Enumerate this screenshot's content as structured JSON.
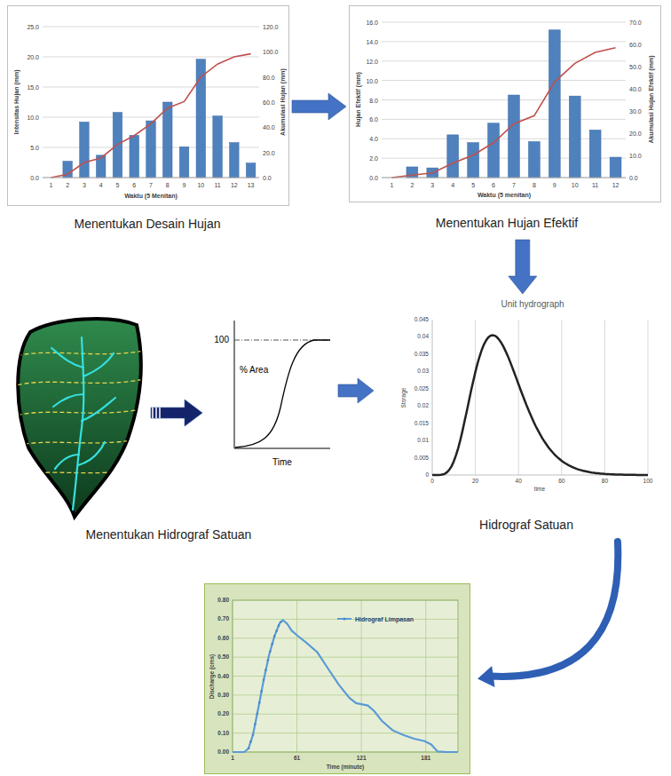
{
  "diagram": {
    "nodes": [
      {
        "text": [
          "25.0",
          "20.0",
          "15.0",
          "10.0",
          "5.0",
          "0.0",
          "120.0",
          "100.0",
          "80.0",
          "60.0",
          "40.0",
          "20.0",
          "0.0",
          "1",
          "2",
          "3",
          "4",
          "5",
          "6",
          "7",
          "8",
          "9",
          "10",
          "11",
          "12",
          "13",
          "Waktu (5 Menitan)",
          "Intensitas Hujan (mm)",
          "Akumulasi Hujan (mm)",
          "Menentukan Desain Hujan"
        ]
      },
      {
        "text": [
          "16.0",
          "14.0",
          "12.0",
          "10.0",
          "8.0",
          "6.0",
          "4.0",
          "2.0",
          "0.0",
          "70.0",
          "60.0",
          "50.0",
          "40.0",
          "30.0",
          "20.0",
          "10.0",
          "0.0",
          "1",
          "2",
          "3",
          "4",
          "5",
          "6",
          "7",
          "8",
          "9",
          "10",
          "11",
          "12",
          "Waktu (5 menitan)",
          "Hujan Efektif (mm)",
          "Akumulasi Hujan Efektif (mm)",
          "Menentukan Hujan Efektif"
        ]
      },
      {
        "text": [
          "Menentukan Hidrograf Satuan"
        ]
      },
      {
        "text": [
          "100",
          "% Area",
          "Time"
        ]
      },
      {
        "text": [
          "Unit hydrograph",
          "0.045",
          "0.04",
          "0.035",
          "0.03",
          "0.025",
          "0.02",
          "0.015",
          "0.01",
          "0.005",
          "0",
          "0",
          "20",
          "40",
          "60",
          "80",
          "100",
          "Storage",
          "time",
          "Hidrograf Satuan"
        ]
      },
      {
        "text": [
          "0.80",
          "0.70",
          "0.60",
          "0.50",
          "0.40",
          "0.30",
          "0.20",
          "0.10",
          "0.00",
          "1",
          "61",
          "121",
          "181",
          "Discharge (cms)",
          "Time (minute)"
        ]
      }
    ],
    "edges": [
      {
        "from": 0,
        "to": 1,
        "arrow": "to"
      },
      {
        "from": 1,
        "to": 4,
        "arrow": "to"
      },
      {
        "from": 2,
        "to": 3,
        "arrow": "to"
      },
      {
        "from": 3,
        "to": 4,
        "arrow": "to"
      },
      {
        "from": 4,
        "to": 5,
        "arrow": "to"
      }
    ],
    "legend": [
      {
        "text": "Hidrograf Limpasan"
      }
    ]
  }
}
